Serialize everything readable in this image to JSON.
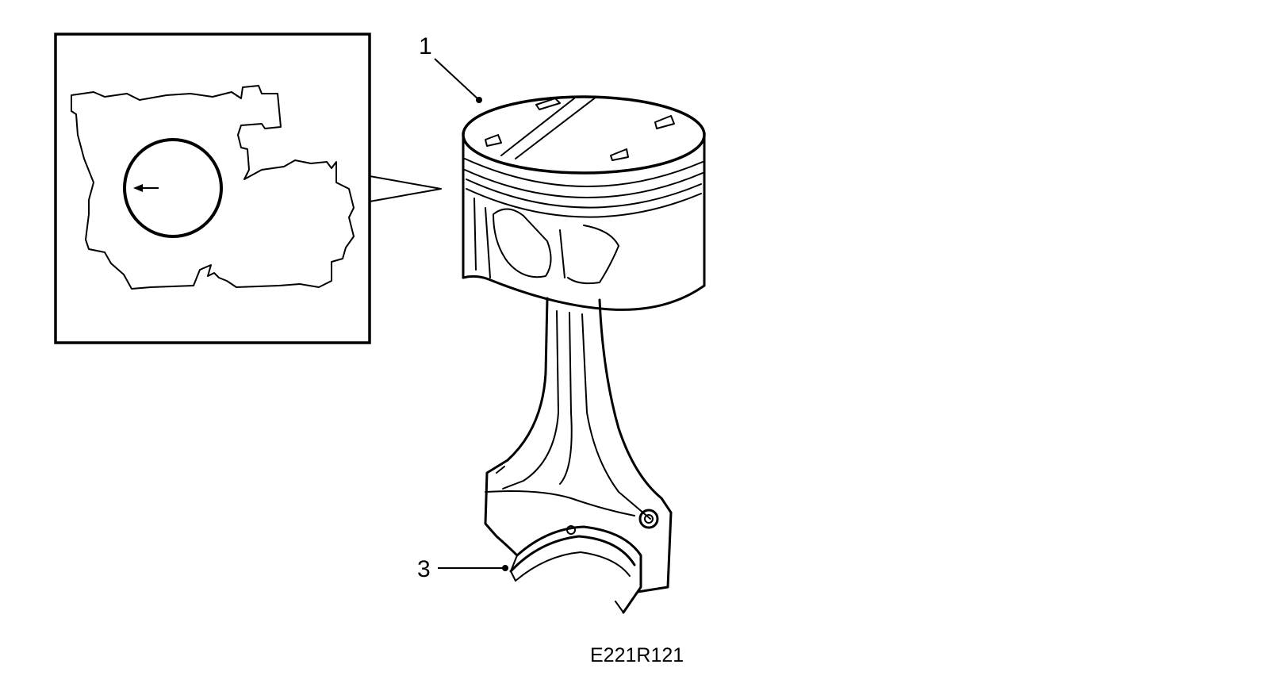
{
  "callouts": [
    {
      "id": "1",
      "label": "1"
    },
    {
      "id": "3",
      "label": "3"
    }
  ],
  "figure_ref": "E221R121",
  "colors": {
    "ink": "#000000",
    "paper": "#ffffff"
  }
}
